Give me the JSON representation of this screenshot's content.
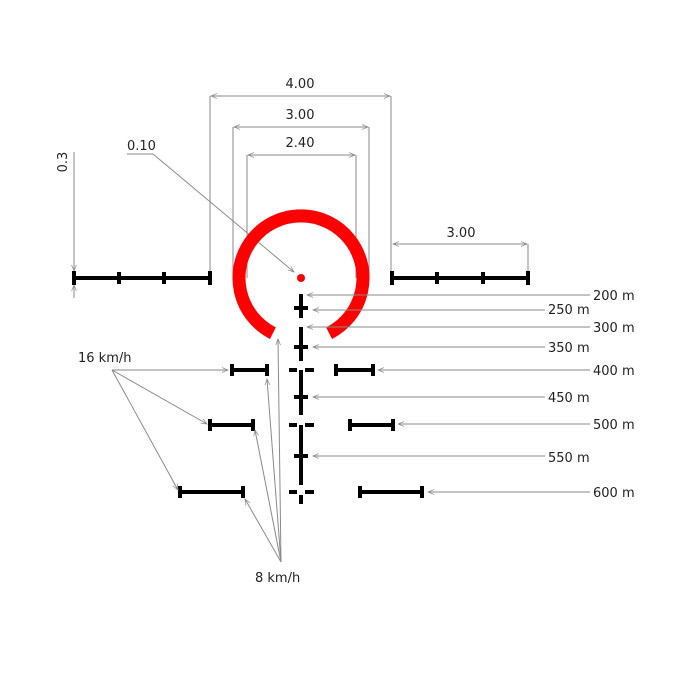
{
  "dimensions": {
    "outer_width": "4.00",
    "ring_outer": "3.00",
    "ring_inner": "2.40",
    "scale_width": "3.00",
    "bar_thickness": "0.3",
    "dot": "0.10"
  },
  "ranges": [
    "200 m",
    "250 m",
    "300 m",
    "350 m",
    "400 m",
    "450 m",
    "500 m",
    "550 m",
    "600 m"
  ],
  "wind": {
    "fast": "16 km/h",
    "slow": "8 km/h"
  },
  "colors": {
    "ring": "#ff0000",
    "reticle": "#000000",
    "dimension": "#8a8a8a"
  }
}
